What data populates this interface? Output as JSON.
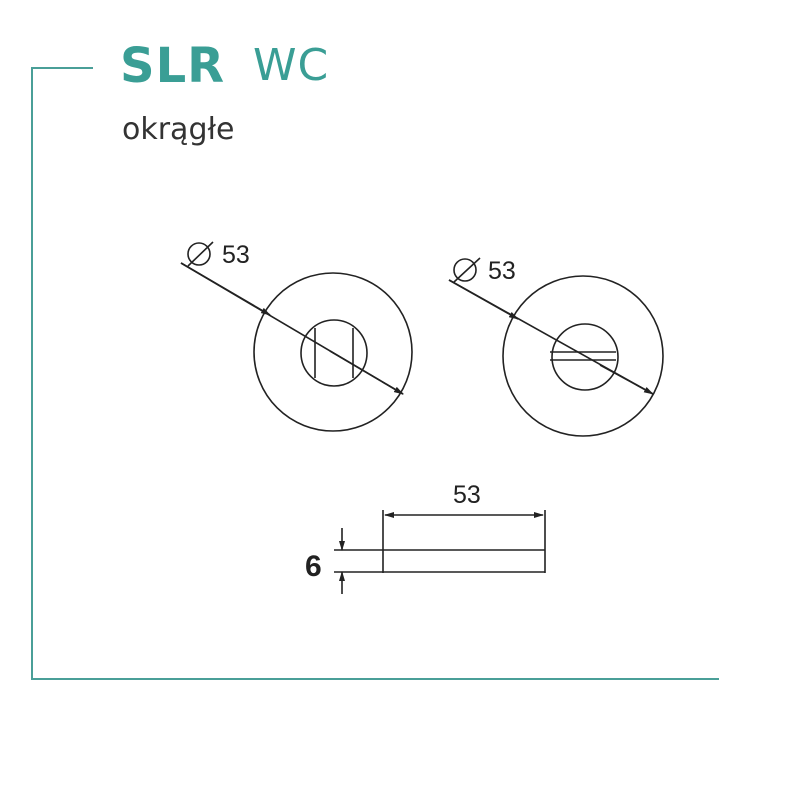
{
  "header": {
    "model": "SLR",
    "type": "WC",
    "variant": "okrągłe"
  },
  "colors": {
    "accent": "#3a9e95",
    "frame": "#4a9f98",
    "line": "#222222",
    "subtitle": "#333333"
  },
  "drawing": {
    "rosette_left": {
      "diameter_symbol": "⌀",
      "diameter_label": "53",
      "insert": "vertical-lines"
    },
    "rosette_right": {
      "diameter_symbol": "⌀",
      "diameter_label": "53",
      "insert": "horizontal-slot"
    },
    "side_view": {
      "width_label": "53",
      "thickness_label": "6"
    }
  }
}
